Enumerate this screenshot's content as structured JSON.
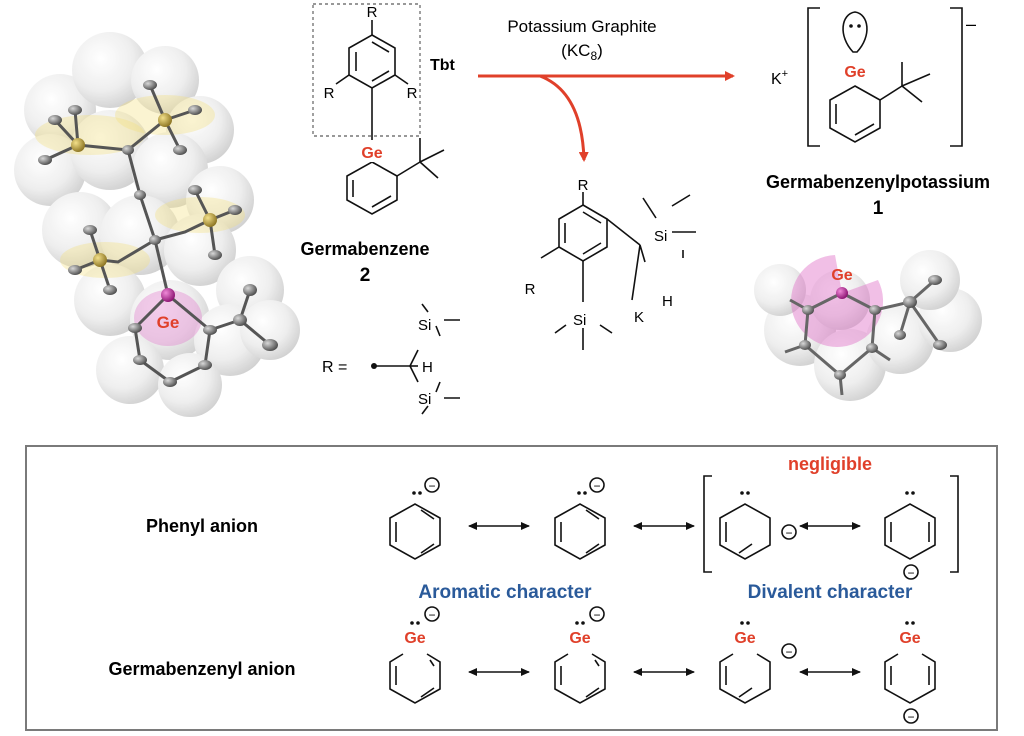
{
  "reaction": {
    "reagent_name": "Potassium Graphite",
    "reagent_formula_base": "(KC",
    "reagent_formula_sub": "8",
    "reagent_formula_close": ")"
  },
  "germabenzene": {
    "ge_label": "Ge",
    "r_label": "R",
    "tbt_label": "Tbt",
    "name": "Germabenzene",
    "number": "2"
  },
  "r_definition": {
    "prefix": "R =",
    "si_label": "Si",
    "h_label": "H"
  },
  "byproduct": {
    "r_label": "R",
    "si_label": "Si",
    "h_label": "H",
    "k_label": "K"
  },
  "product": {
    "k_cation": "K",
    "k_charge": "+",
    "ge_label": "Ge",
    "charge": "–",
    "name": "Germabenzenylpotassium",
    "number": "1"
  },
  "crystal_structures": {
    "left_ge_label": "Ge",
    "right_ge_label": "Ge"
  },
  "resonance_box": {
    "row1_label": "Phenyl anion",
    "row2_label": "Germabenzenyl anion",
    "negligible_label": "negligible",
    "aromatic_label": "Aromatic character",
    "divalent_label": "Divalent character",
    "ge_label": "Ge",
    "minus_symbol": "−"
  },
  "colors": {
    "germanium_red": "#e0402a",
    "annotation_blue": "#2a5a9a",
    "arrow_red": "#e0402a",
    "silicon_gold": "#b59a2a",
    "ge_atom_magenta": "#b0208a"
  }
}
